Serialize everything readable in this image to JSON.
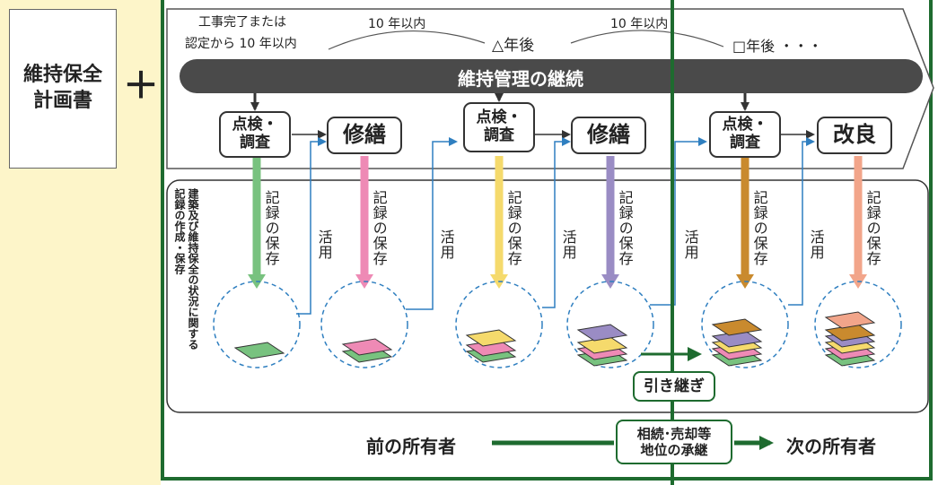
{
  "plan": {
    "label": "維持保全\n計画書",
    "plus": "＋"
  },
  "timeline": {
    "start_label_line1": "工事完了または",
    "start_label_line2": "認定から 10 年以内",
    "interval_1": "10 年以内",
    "interval_2": "10 年以内",
    "mid_label": "△年後",
    "end_label": "□年後 ・・・"
  },
  "banner": {
    "label": "維持管理の継続"
  },
  "steps": [
    {
      "label": "点検・\n調査"
    },
    {
      "label": "修繕"
    },
    {
      "label": "点検・\n調査"
    },
    {
      "label": "修繕"
    },
    {
      "label": "点検・\n調査"
    },
    {
      "label": "改良"
    }
  ],
  "records": {
    "side_label": "建築及び維持保全の状況に関する\n記録の作成・保存",
    "keep_label": "記録の保存",
    "use_label": "活用"
  },
  "colors": {
    "green": "#78c27f",
    "pink": "#ee8ab5",
    "yellow": "#f5da6c",
    "purple": "#9a8cc4",
    "brown": "#c98a2e",
    "salmon": "#f2a58a",
    "frame": "#1e6b2f",
    "banner": "#4a4a4a",
    "connector": "#2f7fc0"
  },
  "handover": {
    "label": "引き継ぎ"
  },
  "transfer": {
    "label": "相続･売却等\n地位の承継"
  },
  "owners": {
    "previous": "前の所有者",
    "next": "次の所有者"
  }
}
